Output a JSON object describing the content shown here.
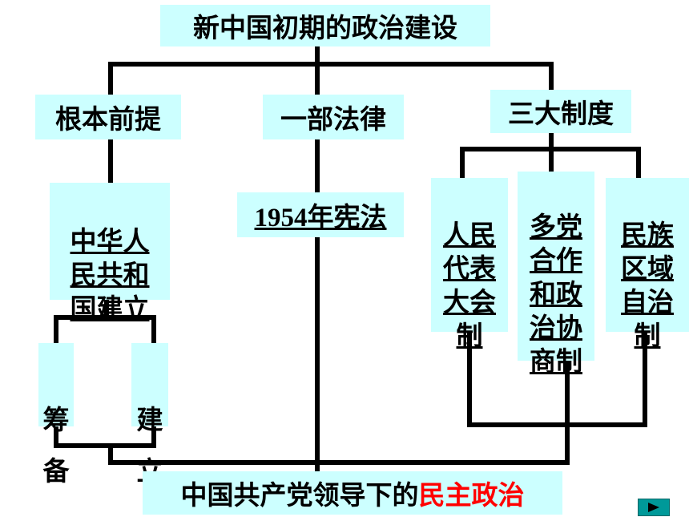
{
  "title": "新中国初期的政治建设",
  "branches": {
    "premise": {
      "label": "根本前提",
      "detail": "中华人\n民共和\n国建立",
      "prep": "筹\n备",
      "found": "建\n立"
    },
    "law": {
      "label": "一部法律",
      "detail": "1954年宪法"
    },
    "systems": {
      "label": "三大制度",
      "items": [
        "人民\n代表\n大会\n制",
        "多党\n合作\n和政\n治协\n商制",
        "民族\n区域\n自治\n制"
      ]
    }
  },
  "conclusion": {
    "prefix": "中国共产党领导下的",
    "highlight": "民主政治"
  },
  "colors": {
    "box_bg": "#ccffff",
    "highlight_text": "#ff0000",
    "nav_button": "#009999"
  },
  "nav": {
    "icon": "play-arrow-icon"
  }
}
